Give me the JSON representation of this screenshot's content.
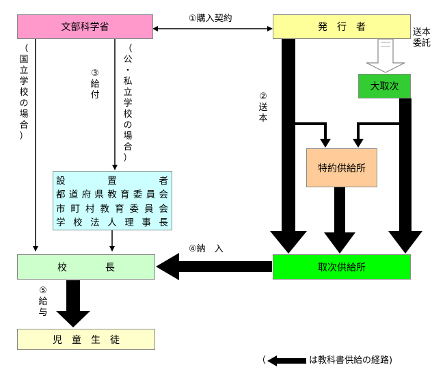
{
  "nodes": {
    "ministry": "文部科学省",
    "publisher": "発　行　者",
    "distributor": "大取次",
    "special_supplier": "特約供給所",
    "agency_supplier": "取次供給所",
    "principal": "校　　　　長",
    "students": "児　童　生　徒",
    "founders": [
      "設　　置　　者",
      "都道府県教育委員会",
      "市町村教育委員会",
      "学校法人理事長"
    ]
  },
  "labels": {
    "contract": "①購入契約",
    "shipping_commission": "送本\n委託",
    "shipping": "②\n送\n本",
    "supply": "③\n給\n付",
    "delivery": "④納　入",
    "distribution": "⑤\n給\n与",
    "national_case": "（\n国\n立\n学\n校\nの\n場\n合\n）",
    "public_private_case": "（\n公\n・\n私\n立\n学\n校\nの\n場\n合\n）"
  },
  "legend": {
    "open": "（",
    "text": "は教科書供給の経路)"
  },
  "colors": {
    "ministry": "#ff99cc",
    "publisher": "#ffff99",
    "distributor": "#33cc33",
    "special_supplier": "#ffcc99",
    "agency_supplier": "#00ff00",
    "founders": "#ccffff",
    "principal": "#ccffcc",
    "students": "#ffffcc"
  }
}
